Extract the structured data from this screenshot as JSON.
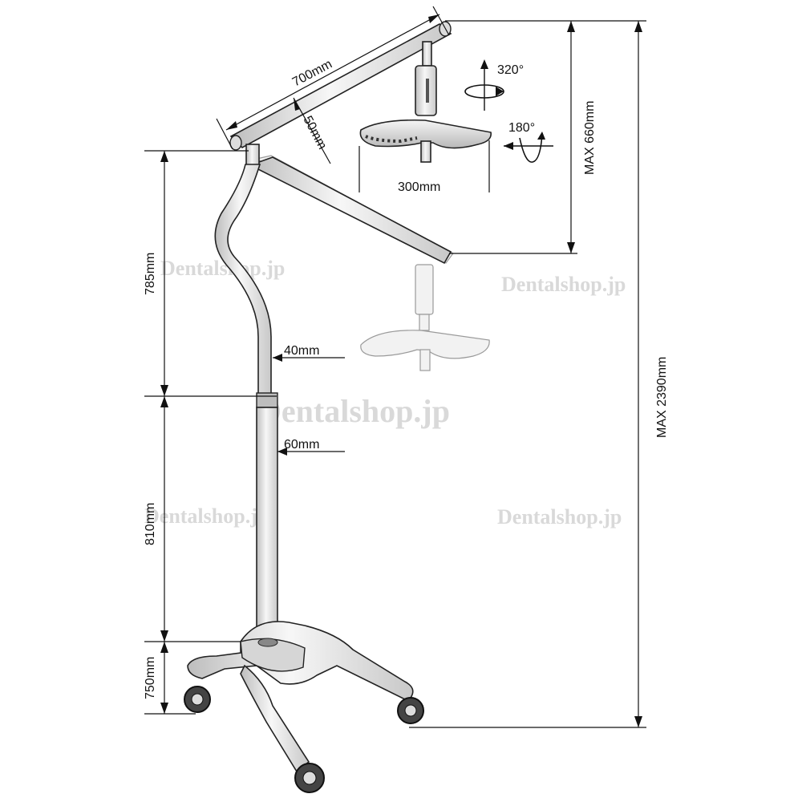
{
  "labels": {
    "arm_length": "700mm",
    "arm_thickness": "50mm",
    "rotation_horizontal": "320°",
    "rotation_vertical": "180°",
    "head_diameter": "300mm",
    "max_reach": "MAX 660mm",
    "max_height": "MAX 2390mm",
    "upper_section": "785mm",
    "lower_section": "810mm",
    "base_height": "750mm",
    "upper_pole": "40mm",
    "lower_pole": "60mm"
  },
  "watermarks": [
    "Dentalshop.jp",
    "Dentalshop.jp",
    "Dentalshop.jp",
    "Dentalshop.jp",
    "Dentalshop.jp"
  ],
  "colors": {
    "line": "#111111",
    "metal": "#e6e6e6",
    "watermark": "#d9d9d9"
  }
}
